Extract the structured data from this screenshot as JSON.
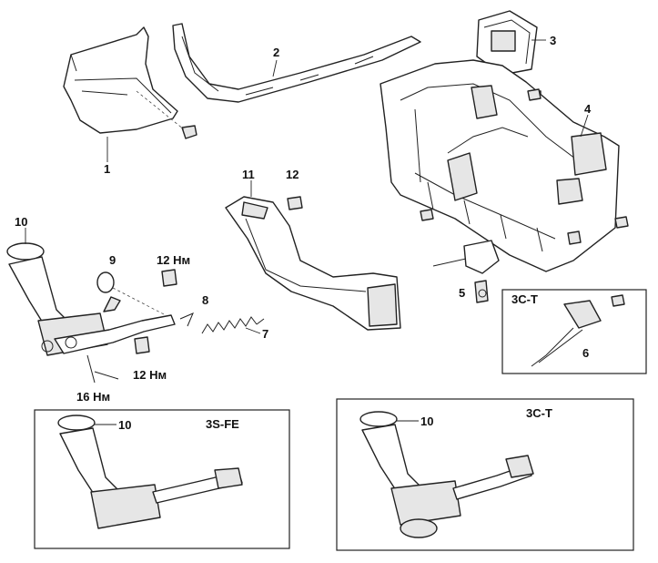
{
  "callouts": {
    "c1": "1",
    "c2": "2",
    "c3": "3",
    "c4": "4",
    "c5": "5",
    "c6": "6",
    "c7": "7",
    "c8": "8",
    "c9": "9",
    "c10": "10",
    "c11": "11",
    "c12": "12"
  },
  "torques": {
    "t_upper": "12 Нм",
    "t_lower": "12 Нм",
    "t_pipe": "16 Нм"
  },
  "insets": {
    "right_small": {
      "label": "3C-T",
      "callout": "6"
    },
    "bottom_left": {
      "label": "3S-FE",
      "callout": "10"
    },
    "bottom_right": {
      "label": "3C-T",
      "callout": "10"
    }
  }
}
